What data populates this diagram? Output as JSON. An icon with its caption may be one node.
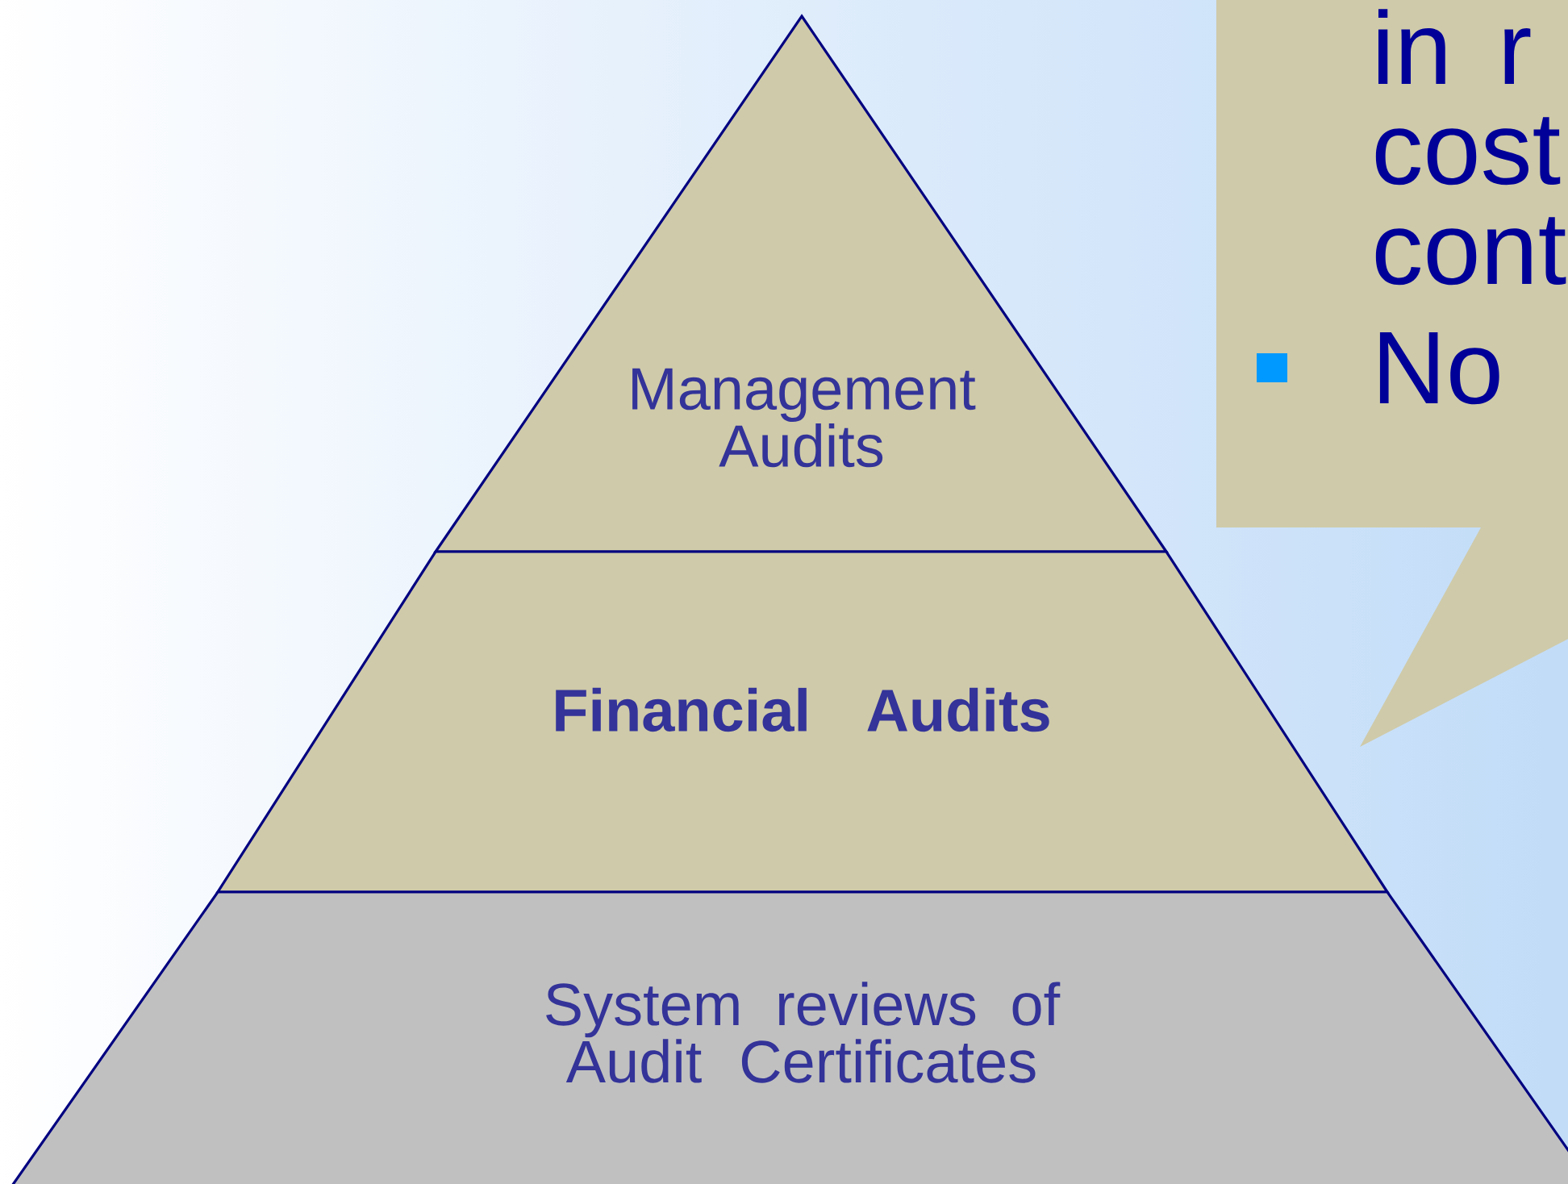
{
  "diagram": {
    "nodes": [
      {
        "text": [
          "Management Audits"
        ]
      },
      {
        "text": [
          "Financial Audits"
        ]
      },
      {
        "text": [
          "System reviews of Audit Certificates"
        ]
      },
      {
        "text": [
          "in r",
          "cost",
          "cont",
          "No"
        ]
      }
    ],
    "edges": []
  }
}
